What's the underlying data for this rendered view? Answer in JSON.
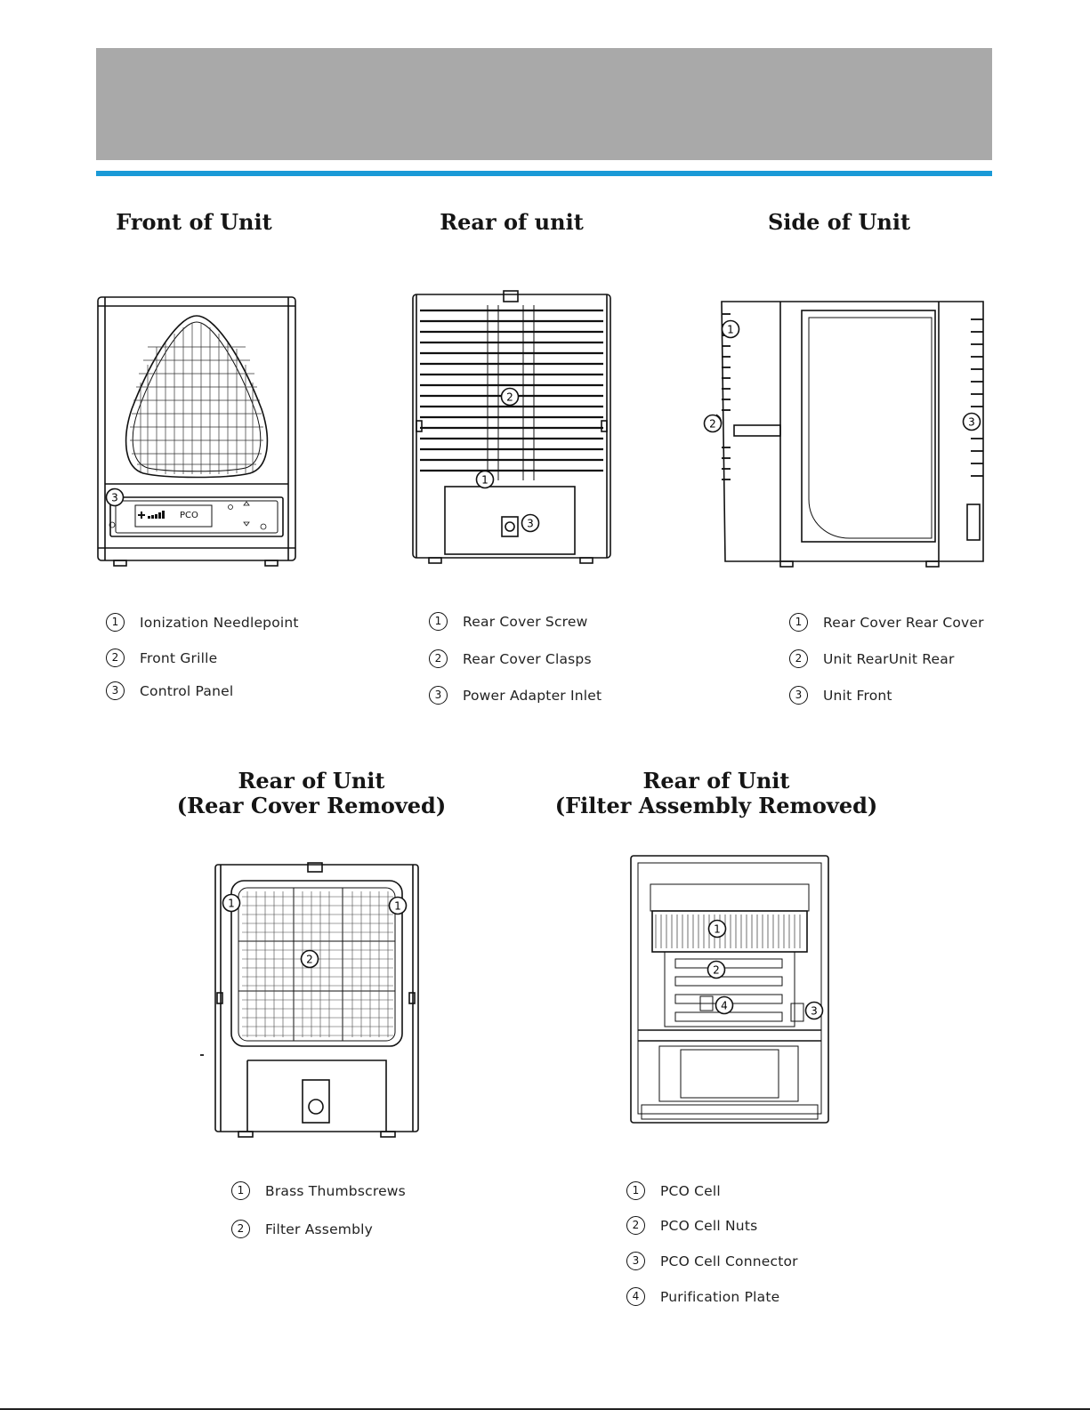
{
  "headings": {
    "front": "Front of Unit",
    "rear": "Rear of unit",
    "side": "Side of Unit",
    "rear_cover_removed_line1": "Rear of Unit",
    "rear_cover_removed_line2": "(Rear Cover Removed)",
    "filter_removed_line1": "Rear of Unit",
    "filter_removed_line2": "(Filter Assembly Removed)"
  },
  "figures": {
    "front_display_text": "PCO",
    "callouts": [
      "1",
      "2",
      "3",
      "4"
    ]
  },
  "legends": {
    "front": [
      {
        "num": "1",
        "label": "Ionization Needlepoint"
      },
      {
        "num": "2",
        "label": "Front Grille"
      },
      {
        "num": "3",
        "label": "Control Panel"
      }
    ],
    "rear": [
      {
        "num": "1",
        "label": "Rear Cover Screw"
      },
      {
        "num": "2",
        "label": "Rear Cover Clasps"
      },
      {
        "num": "3",
        "label": "Power Adapter Inlet"
      }
    ],
    "side": [
      {
        "num": "1",
        "label": "Rear Cover Rear Cover"
      },
      {
        "num": "2",
        "label": "Unit RearUnit Rear"
      },
      {
        "num": "3",
        "label": "Unit Front"
      }
    ],
    "rear_cover_removed": [
      {
        "num": "1",
        "label": "Brass Thumbscrews"
      },
      {
        "num": "2",
        "label": "Filter Assembly"
      }
    ],
    "filter_removed": [
      {
        "num": "1",
        "label": "PCO Cell"
      },
      {
        "num": "2",
        "label": "PCO Cell Nuts"
      },
      {
        "num": "3",
        "label": "PCO Cell Connector"
      },
      {
        "num": "4",
        "label": "Purification Plate"
      }
    ]
  },
  "colors": {
    "banner": "#a9a9a9",
    "accent_rule": "#1a9ad7",
    "line_art": "#111111"
  }
}
